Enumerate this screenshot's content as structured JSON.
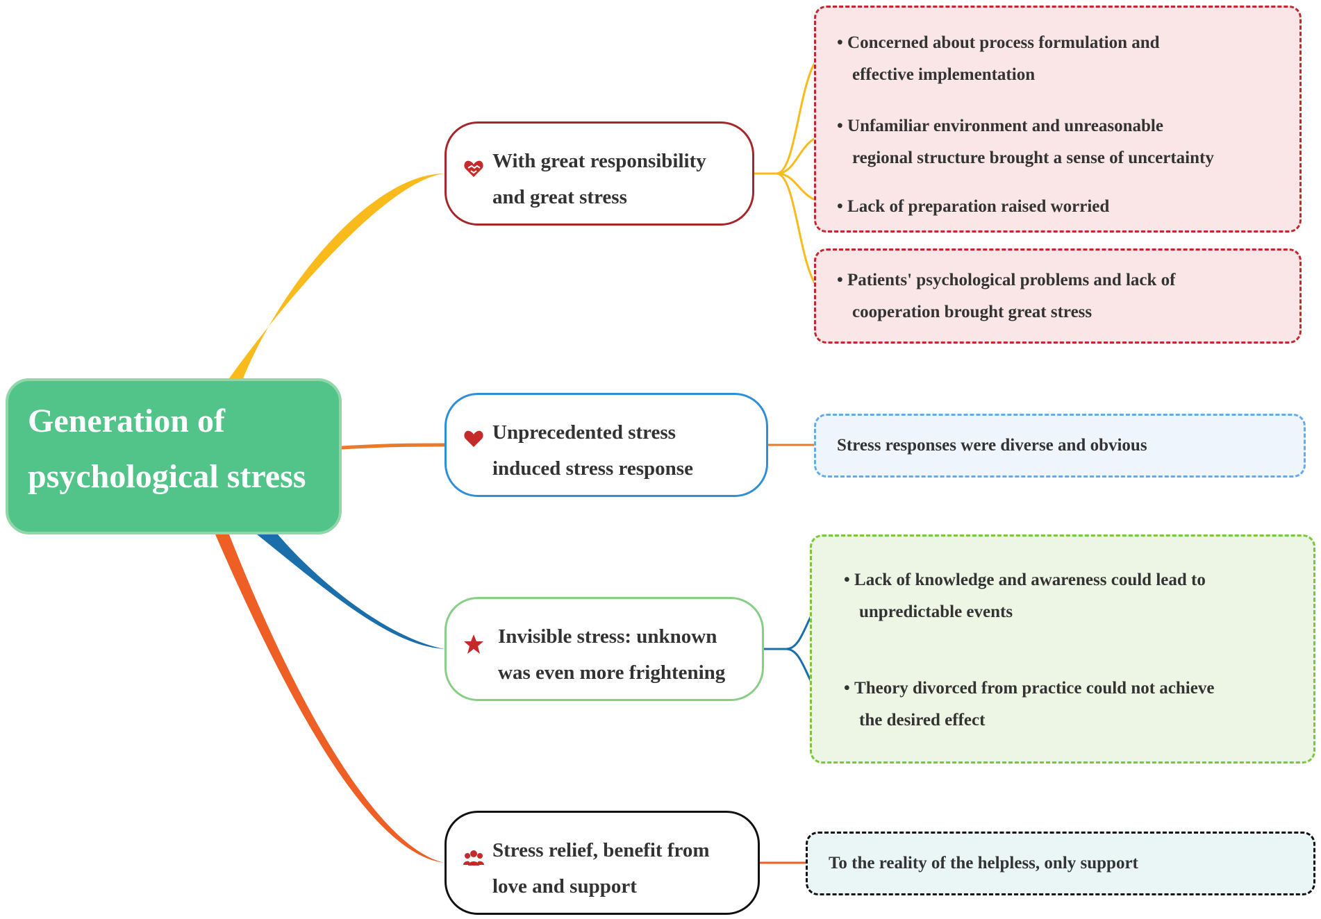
{
  "root": {
    "title_line1": "Generation of",
    "title_line2": "psychological stress"
  },
  "branches": [
    {
      "icon": "heart-handshake-icon",
      "line1": "With great responsibility",
      "line2": "and great stress",
      "branch_color": "#f9bb1b",
      "details": [
        {
          "line1": "Concerned about process formulation and",
          "line2": "effective implementation"
        },
        {
          "line1": "Unfamiliar environment and unreasonable",
          "line2": "regional structure brought a sense of uncertainty"
        },
        {
          "line1": "Lack of preparation raised worried"
        },
        {
          "line1": "Patients' psychological problems and lack of",
          "line2": "cooperation brought great stress"
        }
      ]
    },
    {
      "icon": "heart-icon",
      "line1": "Unprecedented stress",
      "line2": "induced stress response",
      "branch_color": "#e97a2a",
      "details": [
        {
          "line1": "Stress responses were diverse and obvious"
        }
      ]
    },
    {
      "icon": "star-icon",
      "line1": "Invisible stress: unknown",
      "line2": "was even more frightening",
      "branch_color": "#1a6ea9",
      "details": [
        {
          "line1": "Lack of knowledge and awareness could lead to",
          "line2": "unpredictable events"
        },
        {
          "line1": "Theory divorced from practice could not achieve",
          "line2": "the desired effect"
        }
      ]
    },
    {
      "icon": "people-icon",
      "line1": "Stress relief, benefit from",
      "line2": "love and support",
      "branch_color": "#ee5f25",
      "details": [
        {
          "line1": "To the reality of the helpless, only support"
        }
      ]
    }
  ],
  "bullet": "•",
  "colors": {
    "root_fill": "#52c48a",
    "icon_red": "#c42a2a"
  }
}
